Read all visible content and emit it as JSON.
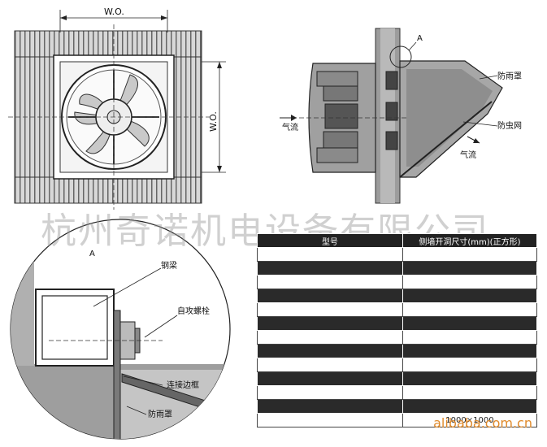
{
  "labels": {
    "wo_top": "W.O.",
    "wo_side": "W.O.",
    "detail_marker": "A",
    "airflow_in": "气流",
    "airflow_out": "气流",
    "rain_hood": "防雨罩",
    "insect_net": "防虫网",
    "detail_title": "A",
    "steel_beam": "钢梁",
    "self_tap_bolt": "自攻螺栓",
    "connect_frame": "连接边框",
    "rain_hood_2": "防雨罩"
  },
  "watermark": "杭州奇诺机电设备有限公司",
  "brand_watermark": "alibaba.com.cn",
  "table": {
    "headers": [
      "型号",
      "侧墙开洞尺寸(mm)(正方形)"
    ],
    "rows": [
      [
        "",
        ""
      ],
      [
        "",
        ""
      ],
      [
        "",
        ""
      ],
      [
        "",
        ""
      ],
      [
        "",
        ""
      ],
      [
        "",
        ""
      ],
      [
        "",
        ""
      ],
      [
        "",
        ""
      ],
      [
        "",
        ""
      ],
      [
        "",
        ""
      ],
      [
        "",
        ""
      ],
      [
        "",
        ""
      ],
      [
        "",
        "1000×1000"
      ]
    ]
  },
  "colors": {
    "stripe": "#9a9a9a",
    "dark": "#2a2a2a",
    "accent": "#e08a2a"
  }
}
